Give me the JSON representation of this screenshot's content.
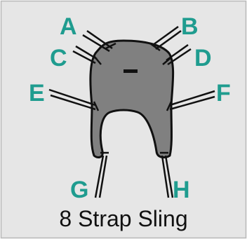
{
  "caption": "8 Strap Sling",
  "center_mark": "-",
  "strap_labels": {
    "a": "A",
    "b": "B",
    "c": "C",
    "d": "D",
    "e": "E",
    "f": "F",
    "g": "G",
    "h": "H"
  },
  "colors": {
    "background": "#e6e6e6",
    "sling_fill": "#808080",
    "outline": "#111111",
    "label": "#1f9c8f"
  }
}
